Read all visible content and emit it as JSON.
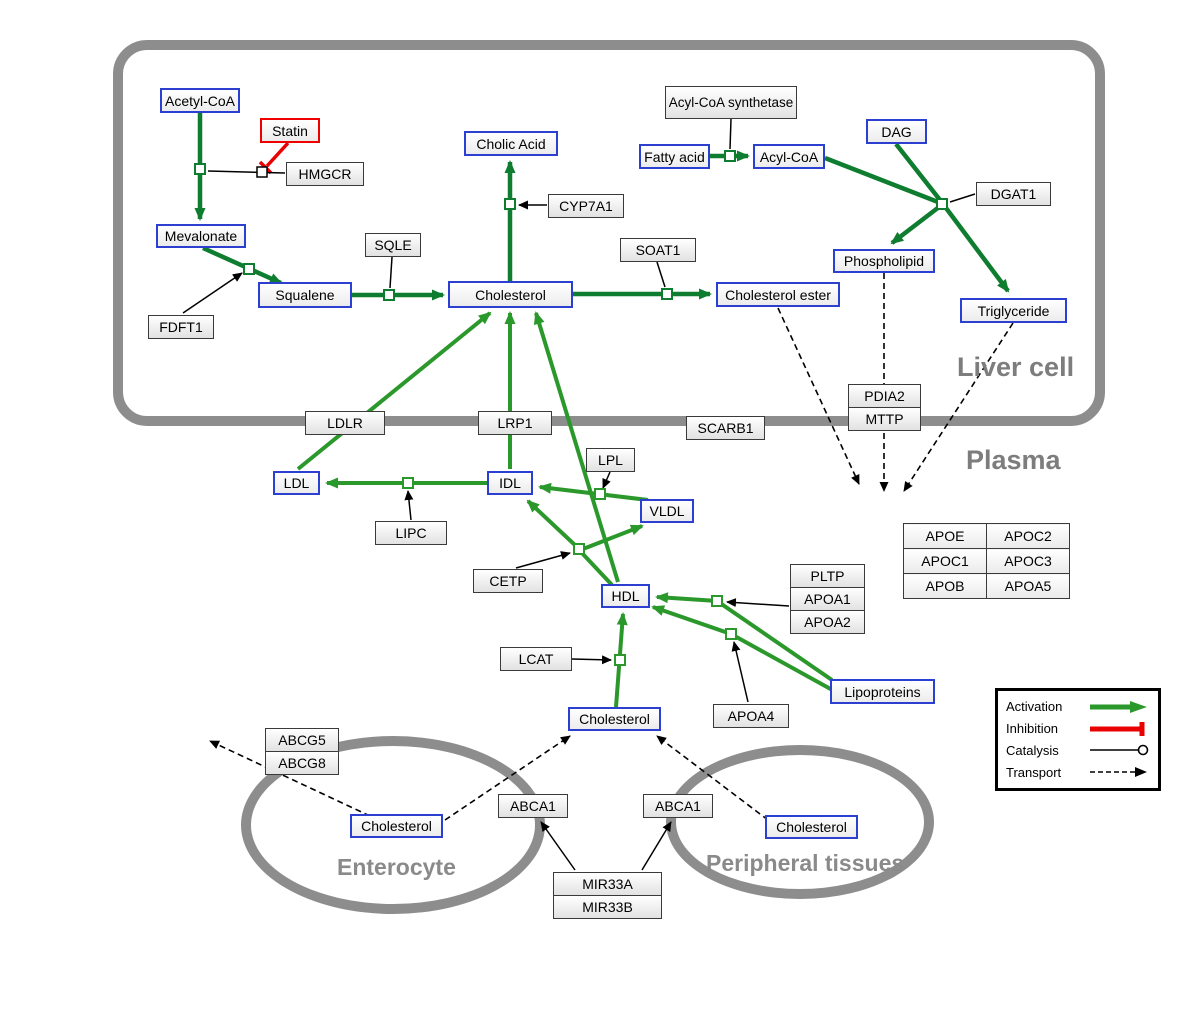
{
  "regions": {
    "liver_cell": "Liver cell",
    "plasma": "Plasma",
    "enterocyte": "Enterocyte",
    "peripheral_tissues": "Peripheral tissues"
  },
  "nodes": {
    "acetyl_coa": "Acetyl-CoA",
    "statin": "Statin",
    "hmgcr": "HMGCR",
    "mevalonate": "Mevalonate",
    "fdft1": "FDFT1",
    "squalene": "Squalene",
    "sqle": "SQLE",
    "cholesterol_liver": "Cholesterol",
    "cholic_acid": "Cholic Acid",
    "cyp7a1": "CYP7A1",
    "soat1": "SOAT1",
    "cholesterol_ester": "Cholesterol ester",
    "acyl_coa_synthetase": "Acyl-CoA synthetase",
    "fatty_acid": "Fatty acid",
    "acyl_coa": "Acyl-CoA",
    "dag": "DAG",
    "dgat1": "DGAT1",
    "phospholipid": "Phospholipid",
    "triglyceride": "Triglyceride",
    "ldlr": "LDLR",
    "lrp1": "LRP1",
    "scarb1": "SCARB1",
    "pdia2": "PDIA2",
    "mttp": "MTTP",
    "ldl": "LDL",
    "idl": "IDL",
    "lipc": "LIPC",
    "lpl": "LPL",
    "vldl": "VLDL",
    "cetp": "CETP",
    "hdl": "HDL",
    "lcat": "LCAT",
    "pltp": "PLTP",
    "apoa1": "APOA1",
    "apoa2": "APOA2",
    "apoa4": "APOA4",
    "lipoproteins": "Lipoproteins",
    "cholesterol_plasma": "Cholesterol",
    "abcg5": "ABCG5",
    "abcg8": "ABCG8",
    "cholesterol_enterocyte": "Cholesterol",
    "abca1_left": "ABCA1",
    "abca1_right": "ABCA1",
    "cholesterol_peripheral": "Cholesterol",
    "mir33a": "MIR33A",
    "mir33b": "MIR33B"
  },
  "apo_table": {
    "rows": [
      [
        "APOE",
        "APOC2"
      ],
      [
        "APOC1",
        "APOC3"
      ],
      [
        "APOB",
        "APOA5"
      ]
    ]
  },
  "legend": {
    "activation": "Activation",
    "inhibition": "Inhibition",
    "catalysis": "Catalysis",
    "transport": "Transport"
  },
  "colors": {
    "metabolite_border_blue": "#2b3fd0",
    "activation_green_liver": "#0f7d2f",
    "activation_green_plasma": "#2b982b",
    "inhibition_red": "#e90000",
    "membrane_gray": "#8d8d8d",
    "region_label_gray": "#7d7d7d"
  }
}
